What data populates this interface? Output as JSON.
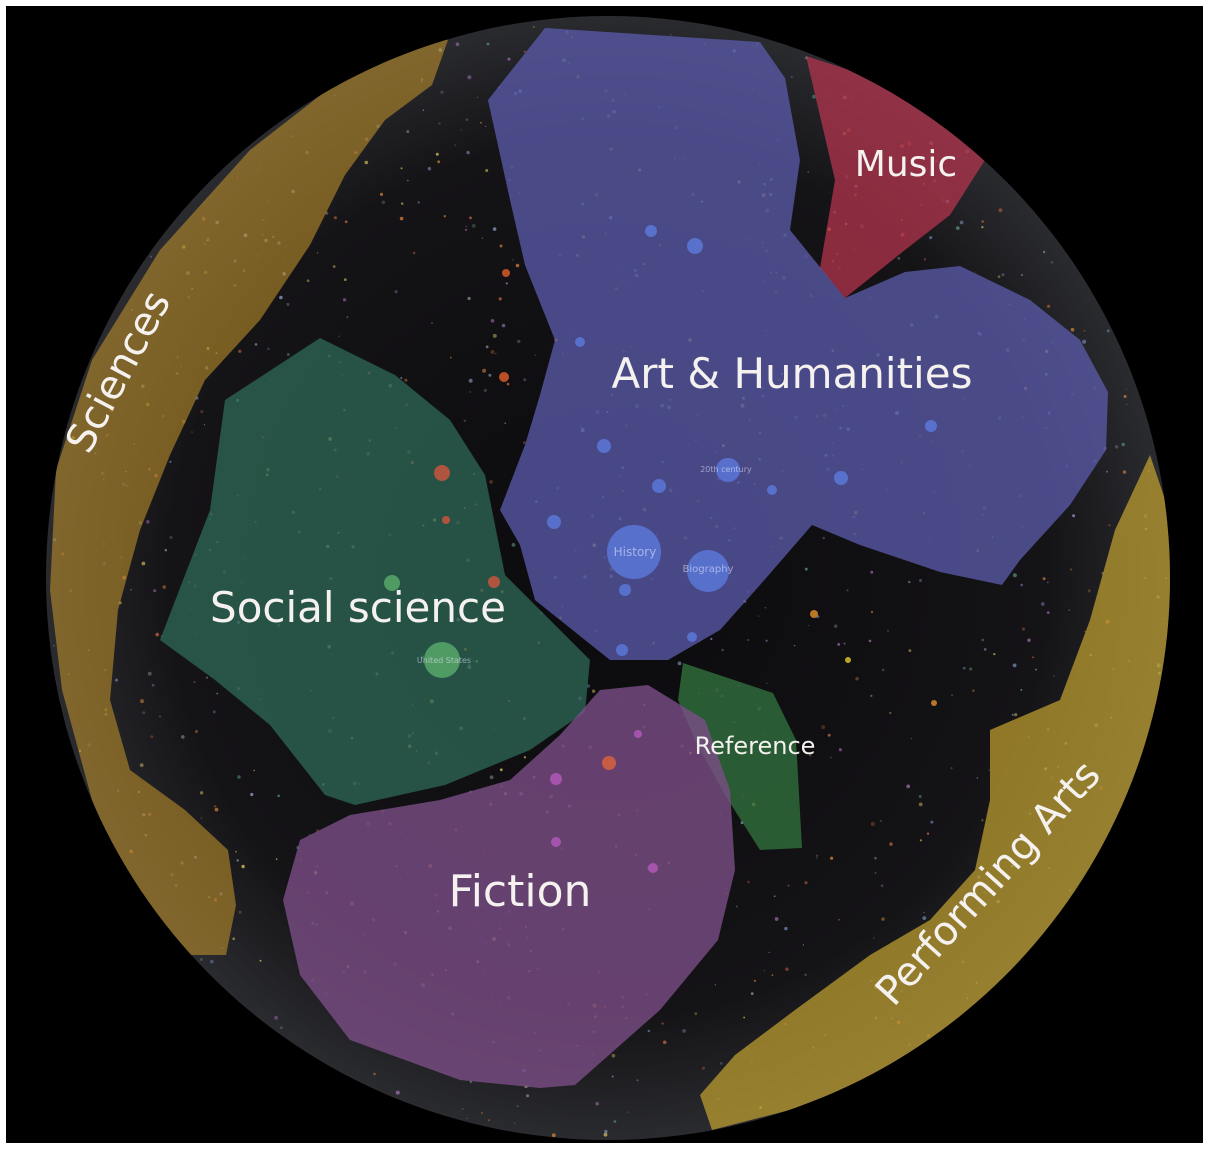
{
  "regions": {
    "sciences": {
      "label": "Sciences",
      "fill": "#b68a2c"
    },
    "music": {
      "label": "Music",
      "fill": "#b8354f"
    },
    "art_humanities": {
      "label": "Art & Humanities",
      "fill": "#5a5aa8"
    },
    "social_science": {
      "label": "Social science",
      "fill": "#2f6e5a"
    },
    "reference": {
      "label": "Reference",
      "fill": "#2f6e3c"
    },
    "fiction": {
      "label": "Fiction",
      "fill": "#7a4d86"
    },
    "performing_arts": {
      "label": "Performing Arts",
      "fill": "#c4a430"
    }
  },
  "nodes": {
    "history": {
      "label": "History"
    },
    "biography": {
      "label": "Biography"
    },
    "twentieth_century": {
      "label": "20th century"
    },
    "united_states": {
      "label": "United States"
    }
  },
  "colors": {
    "background": "#000000",
    "disc": "#0b0a0c",
    "label": "#f4f1ef"
  }
}
